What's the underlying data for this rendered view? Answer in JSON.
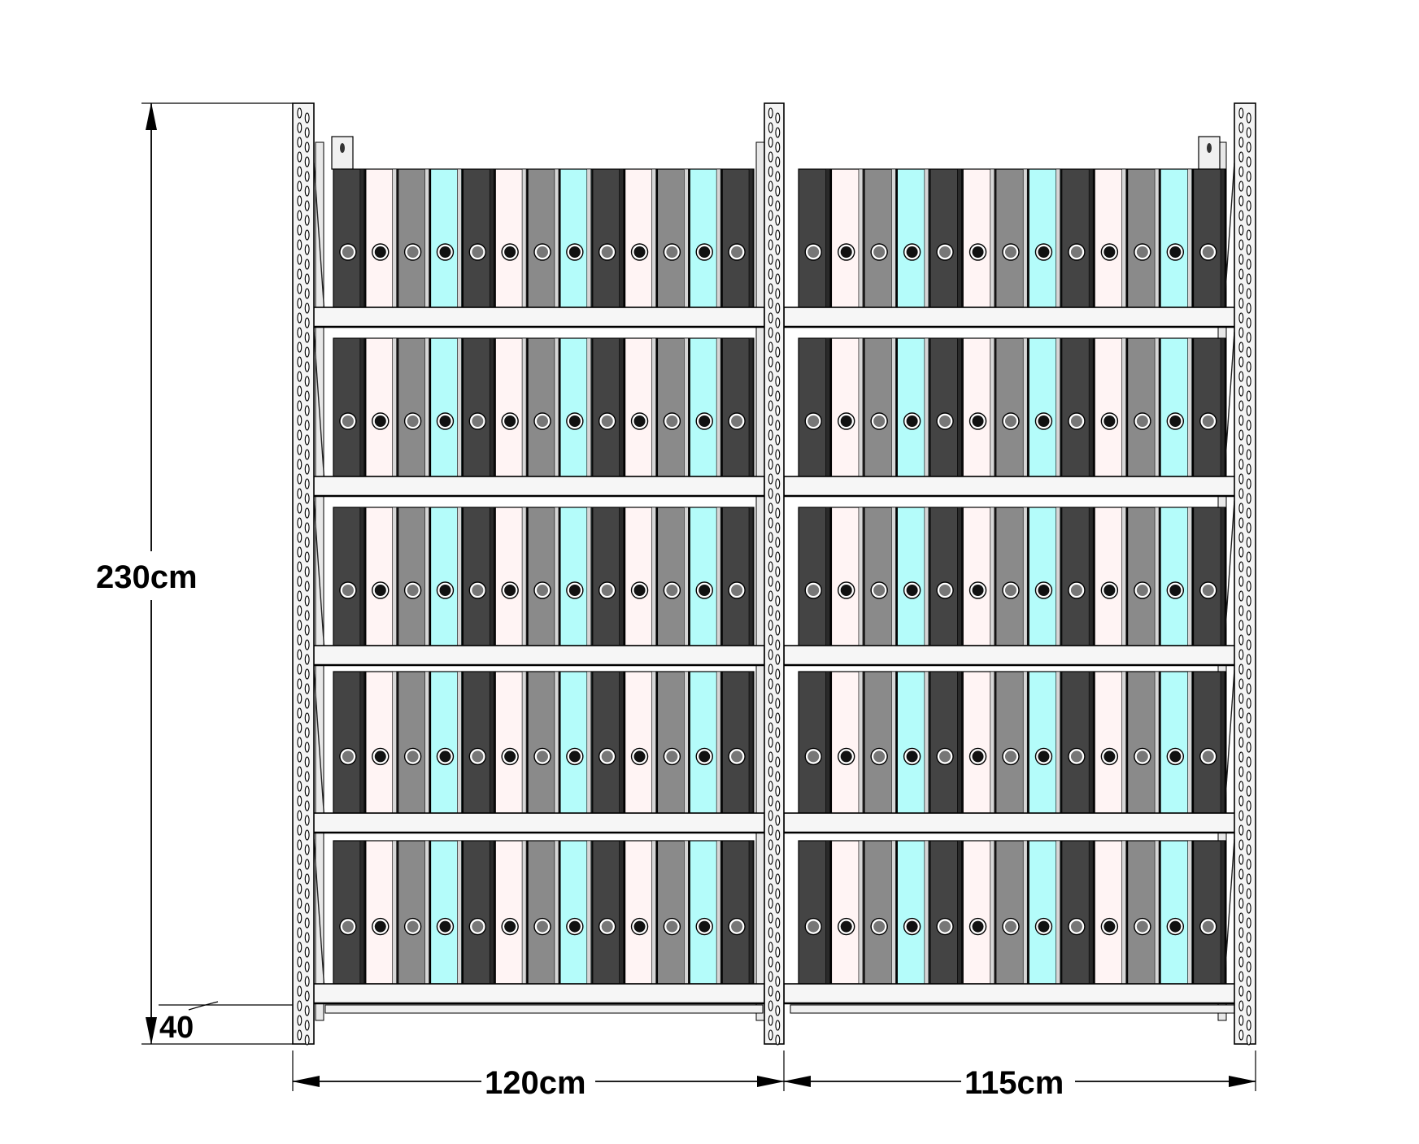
{
  "diagram": {
    "height_label": "230cm",
    "base_label": "40",
    "left_width_label": "120cm",
    "right_width_label": "115cm",
    "binders_per_bay": 13,
    "shelf_levels": 5,
    "binder_colors": [
      "#444444",
      "#fff4f4",
      "#8a8a8a",
      "#b4fcfa"
    ],
    "colors": {
      "post": "#f4f4f4",
      "outline": "#000000",
      "shelf": "#f6f6f6",
      "background": "#ffffff"
    }
  }
}
